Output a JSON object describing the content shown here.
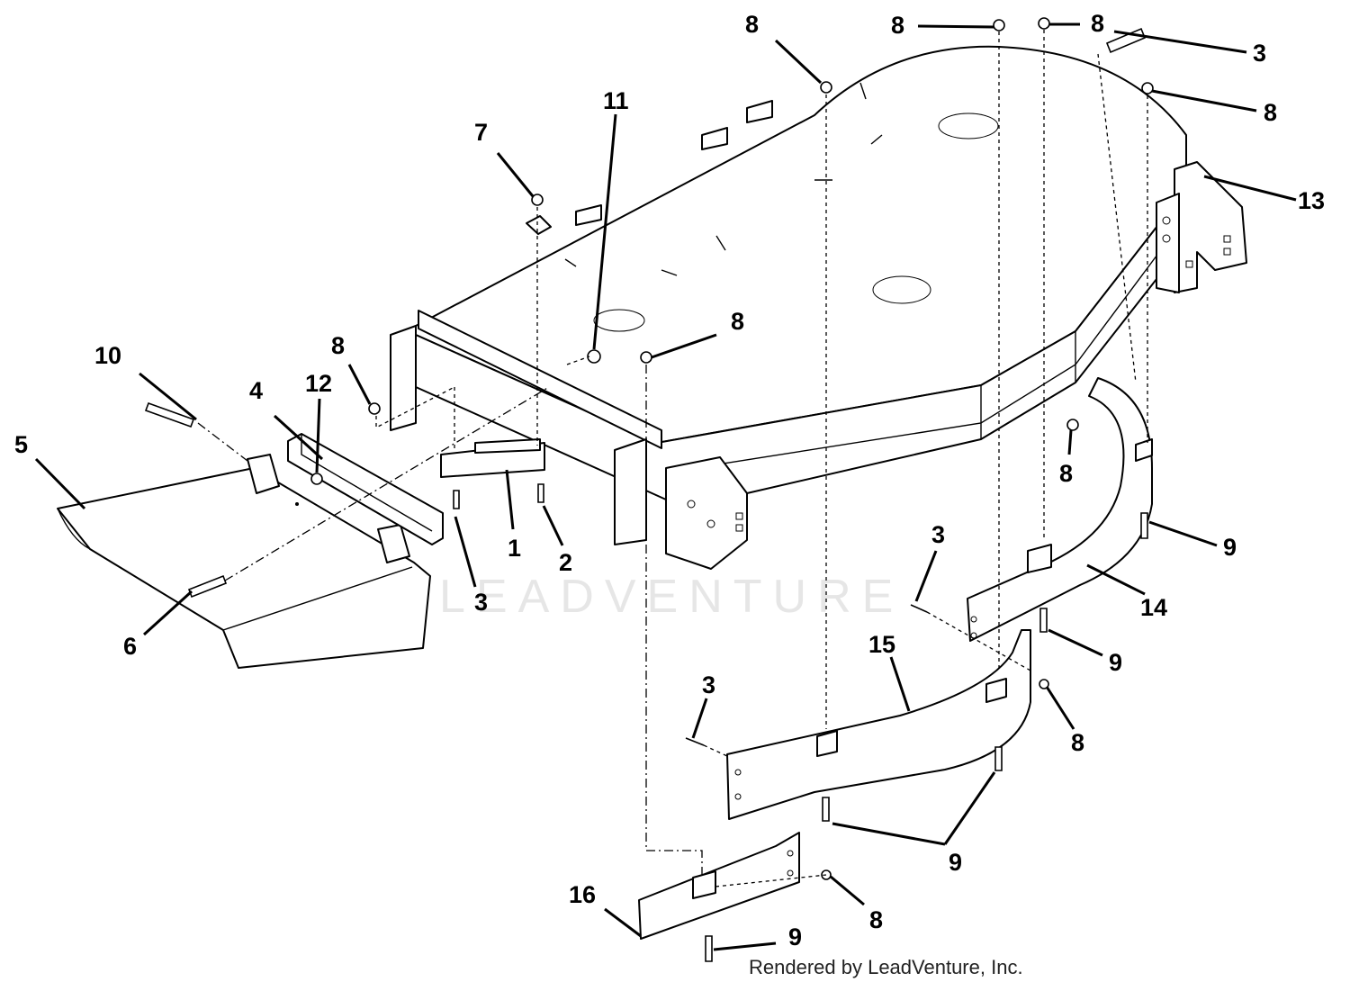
{
  "diagram": {
    "callouts": [
      {
        "id": "c1",
        "label": "1"
      },
      {
        "id": "c2",
        "label": "2"
      },
      {
        "id": "c3a",
        "label": "3"
      },
      {
        "id": "c3b",
        "label": "3"
      },
      {
        "id": "c3c",
        "label": "3"
      },
      {
        "id": "c3d",
        "label": "3"
      },
      {
        "id": "c4",
        "label": "4"
      },
      {
        "id": "c5",
        "label": "5"
      },
      {
        "id": "c6",
        "label": "6"
      },
      {
        "id": "c7",
        "label": "7"
      },
      {
        "id": "c8a",
        "label": "8"
      },
      {
        "id": "c8b",
        "label": "8"
      },
      {
        "id": "c8c",
        "label": "8"
      },
      {
        "id": "c8d",
        "label": "8"
      },
      {
        "id": "c8e",
        "label": "8"
      },
      {
        "id": "c8f",
        "label": "8"
      },
      {
        "id": "c8g",
        "label": "8"
      },
      {
        "id": "c8h",
        "label": "8"
      },
      {
        "id": "c8i",
        "label": "8"
      },
      {
        "id": "c9a",
        "label": "9"
      },
      {
        "id": "c9b",
        "label": "9"
      },
      {
        "id": "c9c",
        "label": "9"
      },
      {
        "id": "c9d",
        "label": "9"
      },
      {
        "id": "c10",
        "label": "10"
      },
      {
        "id": "c11",
        "label": "11"
      },
      {
        "id": "c12",
        "label": "12"
      },
      {
        "id": "c13",
        "label": "13"
      },
      {
        "id": "c14",
        "label": "14"
      },
      {
        "id": "c15",
        "label": "15"
      },
      {
        "id": "c16",
        "label": "16"
      }
    ],
    "watermark": "LEADVENTURE",
    "credit": "Rendered by LeadVenture, Inc."
  }
}
